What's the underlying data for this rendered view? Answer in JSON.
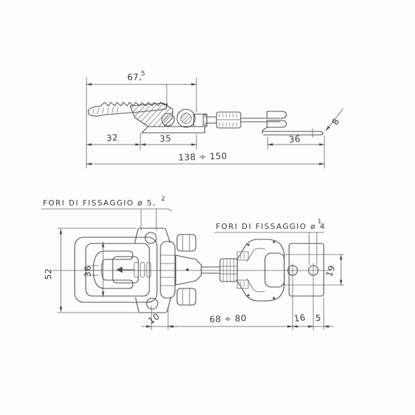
{
  "drawing": {
    "views": {
      "side": {
        "dims": {
          "width_top": "67,",
          "width_top_sup": "5",
          "seg_left": "32",
          "seg_mid": "35",
          "hook_leg": "36",
          "overall": "138 ÷ 150",
          "hook_end_height": "8"
        }
      },
      "plan": {
        "labels": {
          "holes_left": "FORI DI FISSAGGIO ø 5,",
          "holes_left_sup": "2",
          "holes_right": "FORI DI FISSAGGIO ø 4",
          "holes_right_sup": "1"
        },
        "dims": {
          "plate_height": "52",
          "body_height": "36",
          "hole_to_pivot": "10",
          "adjust_span": "68 ÷ 80",
          "hole_spacing": "16",
          "hole_edge": "5",
          "catch_height": "19"
        }
      }
    }
  }
}
